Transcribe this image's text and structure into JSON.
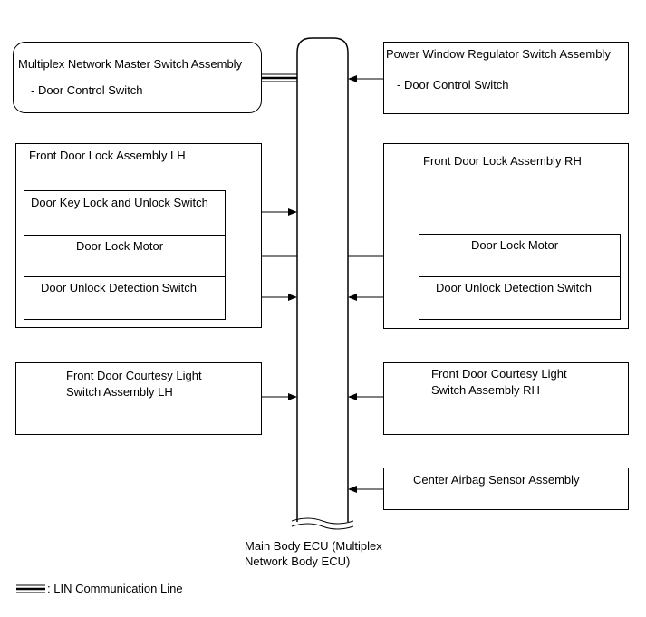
{
  "master_switch": {
    "title": "Multiplex Network Master Switch Assembly",
    "sub": "- Door Control Switch"
  },
  "power_window": {
    "title": "Power Window Regulator Switch Assembly",
    "sub": "- Door Control Switch"
  },
  "front_lh": {
    "title": "Front Door Lock Assembly LH",
    "key_switch": "Door Key Lock and Unlock Switch",
    "motor": "Door Lock Motor",
    "unlock_switch": "Door Unlock Detection Switch"
  },
  "front_rh": {
    "title": "Front Door Lock Assembly RH",
    "motor": "Door Lock Motor",
    "unlock_switch": "Door Unlock Detection Switch"
  },
  "courtesy_lh": {
    "line1": "Front Door Courtesy Light",
    "line2": "Switch Assembly LH"
  },
  "courtesy_rh": {
    "line1": "Front Door Courtesy Light",
    "line2": "Switch Assembly RH"
  },
  "airbag": {
    "title": "Center Airbag Sensor Assembly"
  },
  "ecu": {
    "line1": "Main Body ECU (Multiplex",
    "line2": "Network Body ECU)"
  },
  "legend": {
    "text": ": LIN Communication Line"
  }
}
